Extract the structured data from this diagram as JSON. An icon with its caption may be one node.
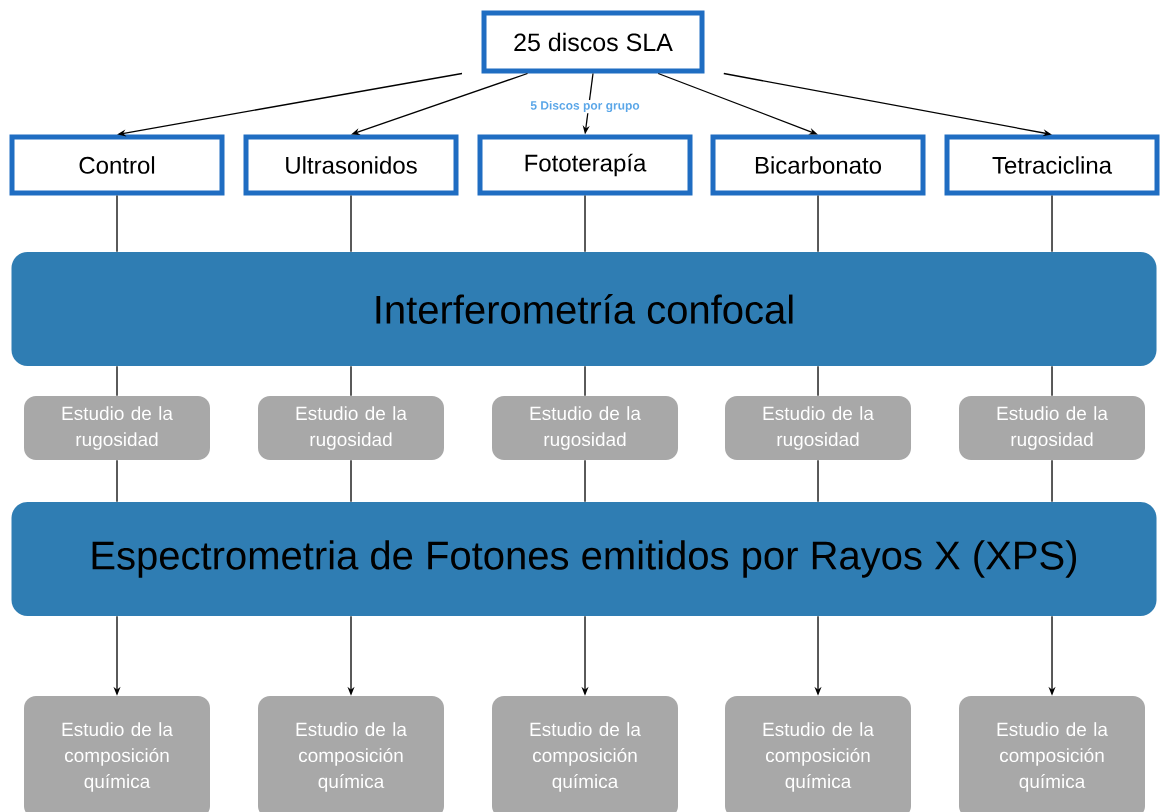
{
  "diagram": {
    "nodes": [
      {
        "text": [
          "25 discos SLA"
        ]
      },
      {
        "text": [
          "Control"
        ]
      },
      {
        "text": [
          "Ultrasonidos"
        ]
      },
      {
        "text": [
          "Fototerapía"
        ]
      },
      {
        "text": [
          "Bicarbonato"
        ]
      },
      {
        "text": [
          "Tetraciclina"
        ]
      },
      {
        "text": [
          "Interferometría confocal"
        ]
      },
      {
        "text": [
          "Estudio de la rugosidad"
        ]
      },
      {
        "text": [
          "Estudio de la rugosidad"
        ]
      },
      {
        "text": [
          "Estudio de la rugosidad"
        ]
      },
      {
        "text": [
          "Estudio de la rugosidad"
        ]
      },
      {
        "text": [
          "Estudio de la rugosidad"
        ]
      },
      {
        "text": [
          "Espectrometria de Fotones emitidos por Rayos X (XPS)"
        ]
      },
      {
        "text": [
          "Estudio de la composición química"
        ]
      },
      {
        "text": [
          "Estudio de la composición química"
        ]
      },
      {
        "text": [
          "Estudio de la composición química"
        ]
      },
      {
        "text": [
          "Estudio de la composición química"
        ]
      },
      {
        "text": [
          "Estudio de la composición química"
        ]
      }
    ],
    "edges": [
      {
        "from": 0,
        "to": 1,
        "arrow": "to"
      },
      {
        "from": 0,
        "to": 2,
        "arrow": "to"
      },
      {
        "from": 0,
        "to": 3,
        "arrow": "to",
        "label": "5 Discos por grupo"
      },
      {
        "from": 0,
        "to": 4,
        "arrow": "to"
      },
      {
        "from": 0,
        "to": 5,
        "arrow": "to"
      },
      {
        "from": 1,
        "to": 6,
        "arrow": "none"
      },
      {
        "from": 2,
        "to": 6,
        "arrow": "none"
      },
      {
        "from": 3,
        "to": 6,
        "arrow": "none"
      },
      {
        "from": 4,
        "to": 6,
        "arrow": "none"
      },
      {
        "from": 5,
        "to": 6,
        "arrow": "none"
      },
      {
        "from": 6,
        "to": 7,
        "arrow": "none"
      },
      {
        "from": 6,
        "to": 8,
        "arrow": "none"
      },
      {
        "from": 6,
        "to": 9,
        "arrow": "none"
      },
      {
        "from": 6,
        "to": 10,
        "arrow": "none"
      },
      {
        "from": 6,
        "to": 11,
        "arrow": "none"
      },
      {
        "from": 7,
        "to": 12,
        "arrow": "none"
      },
      {
        "from": 8,
        "to": 12,
        "arrow": "none"
      },
      {
        "from": 9,
        "to": 12,
        "arrow": "none"
      },
      {
        "from": 10,
        "to": 12,
        "arrow": "none"
      },
      {
        "from": 11,
        "to": 12,
        "arrow": "none"
      },
      {
        "from": 12,
        "to": 13,
        "arrow": "to"
      },
      {
        "from": 12,
        "to": 14,
        "arrow": "to"
      },
      {
        "from": 12,
        "to": 15,
        "arrow": "to"
      },
      {
        "from": 12,
        "to": 16,
        "arrow": "to"
      },
      {
        "from": 12,
        "to": 17,
        "arrow": "to"
      }
    ]
  }
}
